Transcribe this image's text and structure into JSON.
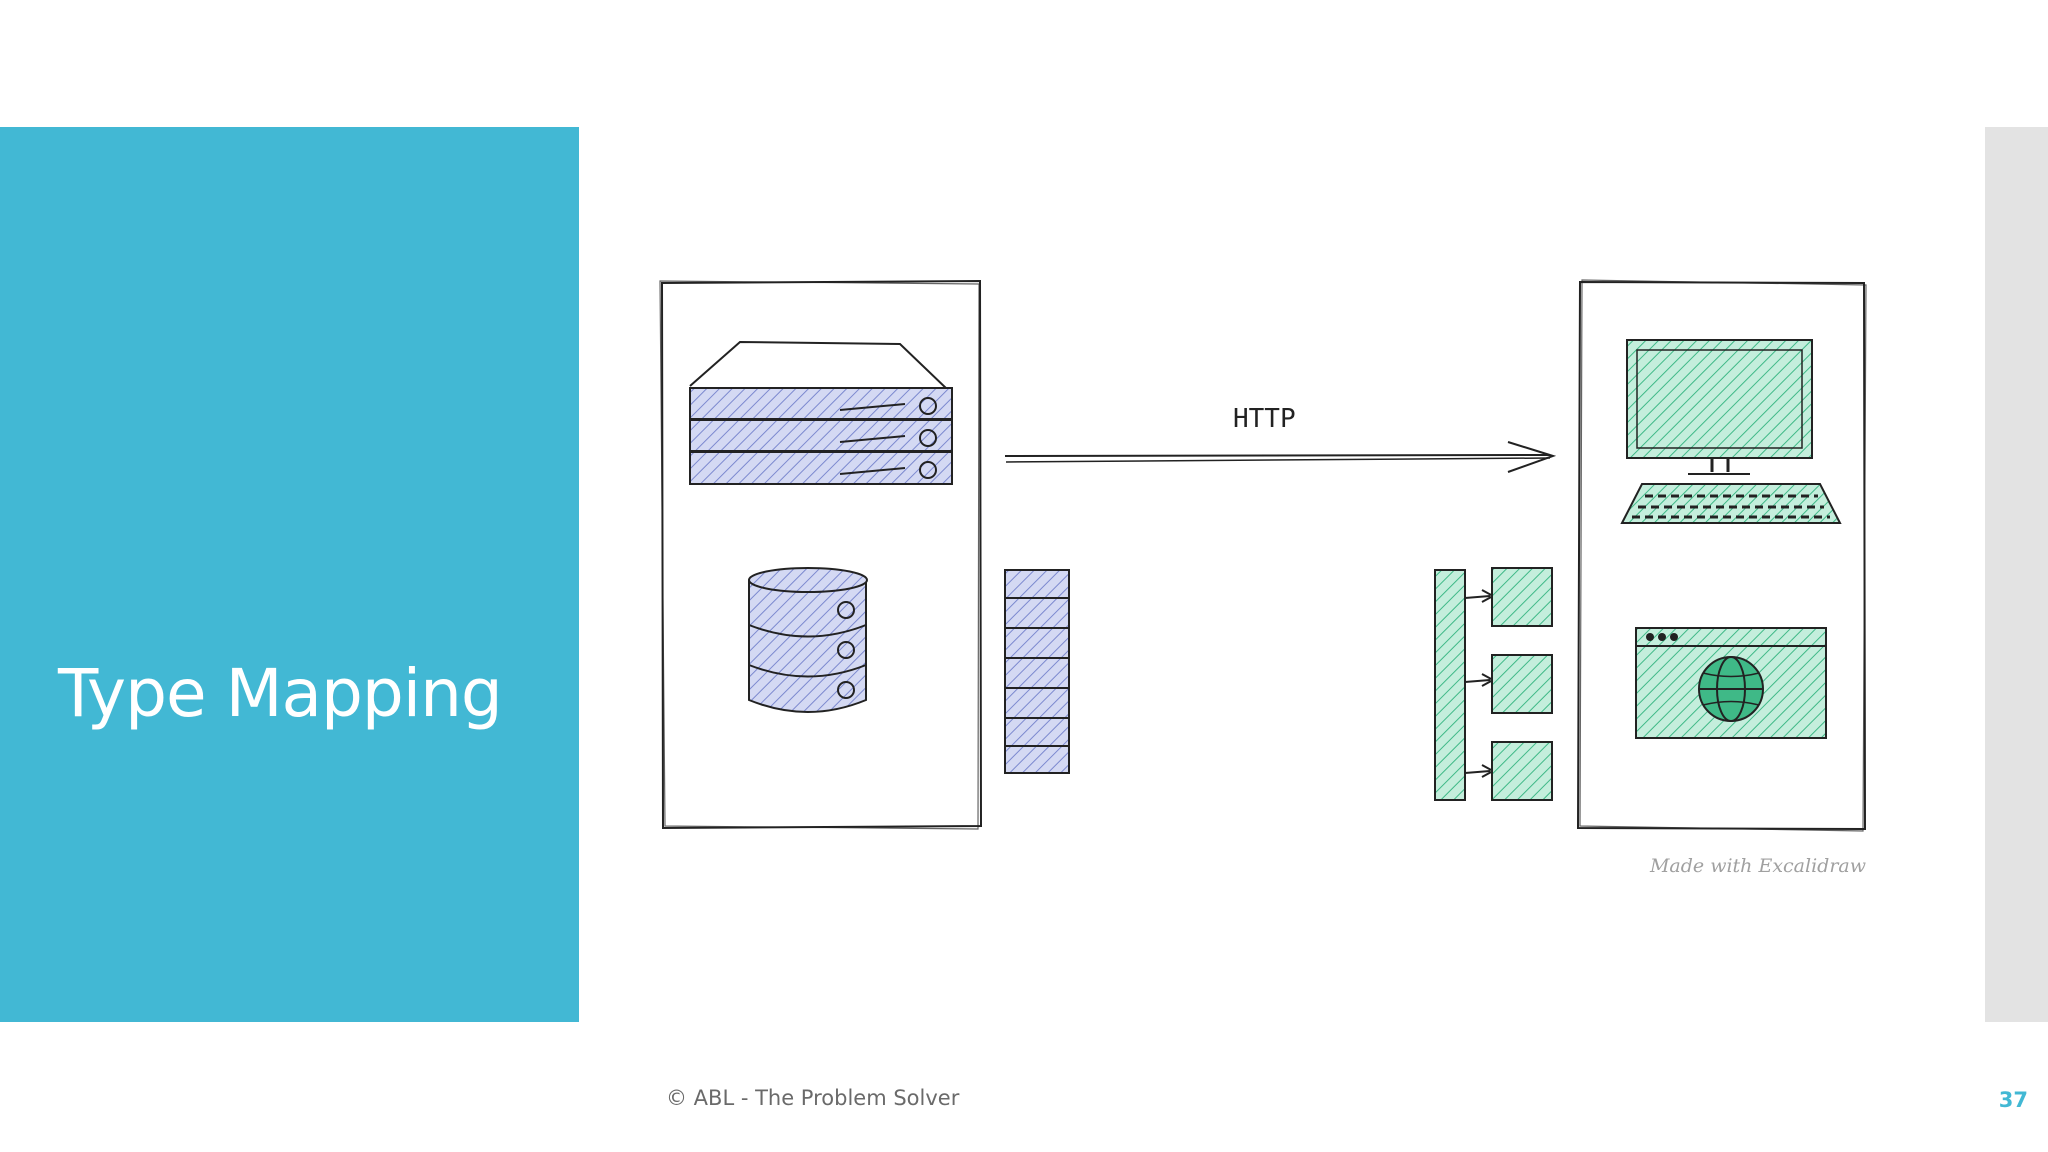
{
  "slide": {
    "title": "Type Mapping",
    "footer": "© ABL - The Problem Solver",
    "page_number": "37"
  },
  "diagram": {
    "connection_label": "HTTP",
    "watermark": "Made with Excalidraw"
  },
  "colors": {
    "accent": "#42b8d4",
    "server_fill": "#9aa6e0",
    "client_fill": "#4fc79a",
    "side_strip": "#e3e3e3"
  }
}
